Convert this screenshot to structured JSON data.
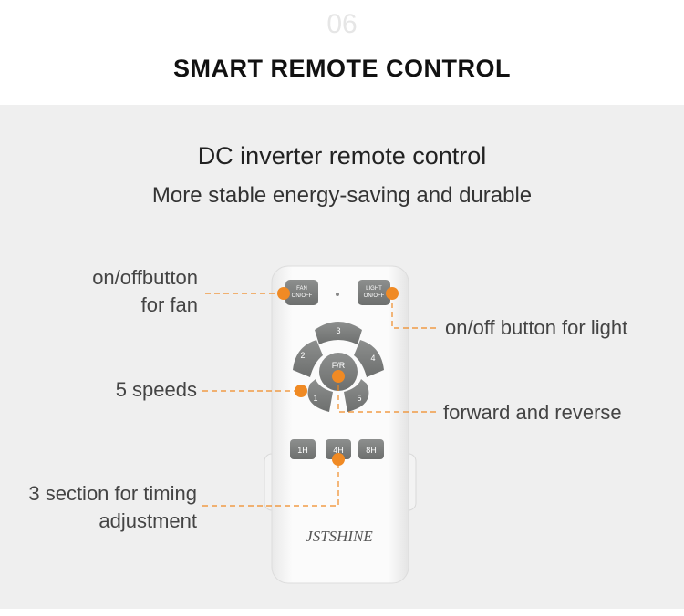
{
  "header": {
    "number": "06",
    "title": "SMART REMOTE CONTROL"
  },
  "intro": {
    "line1": "DC inverter remote control",
    "line2": "More stable energy-saving and durable"
  },
  "callouts": {
    "fan_onoff": {
      "line1": "on/offbutton",
      "line2": "for fan"
    },
    "light_onoff": "on/off button for light",
    "speeds": "5 speeds",
    "forward_reverse": "forward and reverse",
    "timing": {
      "line1": "3 section for timing",
      "line2": "adjustment"
    }
  },
  "remote": {
    "fan_button": {
      "line1": "FAN",
      "line2": "ON/OFF"
    },
    "light_button": {
      "line1": "LIGHT",
      "line2": "ON/OFF"
    },
    "speed_buttons": [
      "1",
      "2",
      "3",
      "4",
      "5"
    ],
    "center_button": "F/R",
    "timer_buttons": [
      "1H",
      "4H",
      "8H"
    ],
    "brand": "JSTSHINE"
  },
  "colors": {
    "accent": "#f08a24",
    "button_gray": "#7d7f7e",
    "panel_bg": "#efefef"
  }
}
